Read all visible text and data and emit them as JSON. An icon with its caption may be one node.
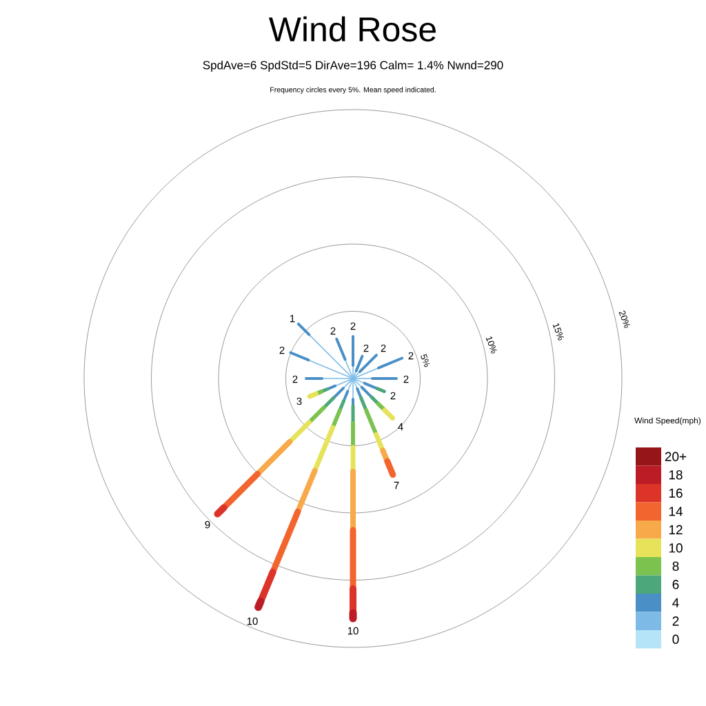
{
  "diagram": {
    "title": "Wind Rose",
    "labels": [
      "SpdAve=6  SpdStd=5  DirAve=196   Calm= 1.4%  Nwnd=290",
      "Frequency circles every 5%. Mean speed indicated.",
      "1",
      "2",
      "2",
      "2",
      "2",
      "2",
      "2",
      "2",
      "2",
      "2",
      "3",
      "4",
      "7",
      "9",
      "10",
      "10",
      "5%",
      "10%",
      "15%",
      "20%",
      "Wind Speed(mph)"
    ],
    "legend": [
      {
        "text": "20+",
        "color": "#951519"
      },
      {
        "text": "18",
        "color": "#bb1c26"
      },
      {
        "text": "16",
        "color": "#dc3429"
      },
      {
        "text": "14",
        "color": "#f2652f"
      },
      {
        "text": "12",
        "color": "#f8a94a"
      },
      {
        "text": "10",
        "color": "#e6e35a"
      },
      {
        "text": "8",
        "color": "#7cc24e"
      },
      {
        "text": "6",
        "color": "#4ca87a"
      },
      {
        "text": "4",
        "color": "#4a8fc6"
      },
      {
        "text": "2",
        "color": "#7dbbe6"
      },
      {
        "text": "0",
        "color": "#b5e3f7"
      }
    ]
  }
}
